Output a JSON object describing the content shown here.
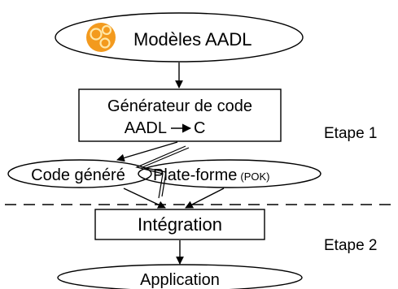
{
  "nodes": {
    "aadl_models": {
      "label": "Modèles AADL",
      "icon": "aadl-logo-icon"
    },
    "code_generator": {
      "line1": "Générateur de code",
      "line2_left": "AADL",
      "line2_right": "C"
    },
    "generated_code": {
      "label": "Code généré"
    },
    "platform": {
      "label": "Plate-forme",
      "sub": "(POK)"
    },
    "integration": {
      "label": "Intégration"
    },
    "application": {
      "label": "Application"
    }
  },
  "steps": {
    "step1": "Etape 1",
    "step2": "Etape 2"
  },
  "colors": {
    "stroke": "#000000",
    "logo_orange": "#f39a1e",
    "logo_light": "#f7c24a"
  }
}
